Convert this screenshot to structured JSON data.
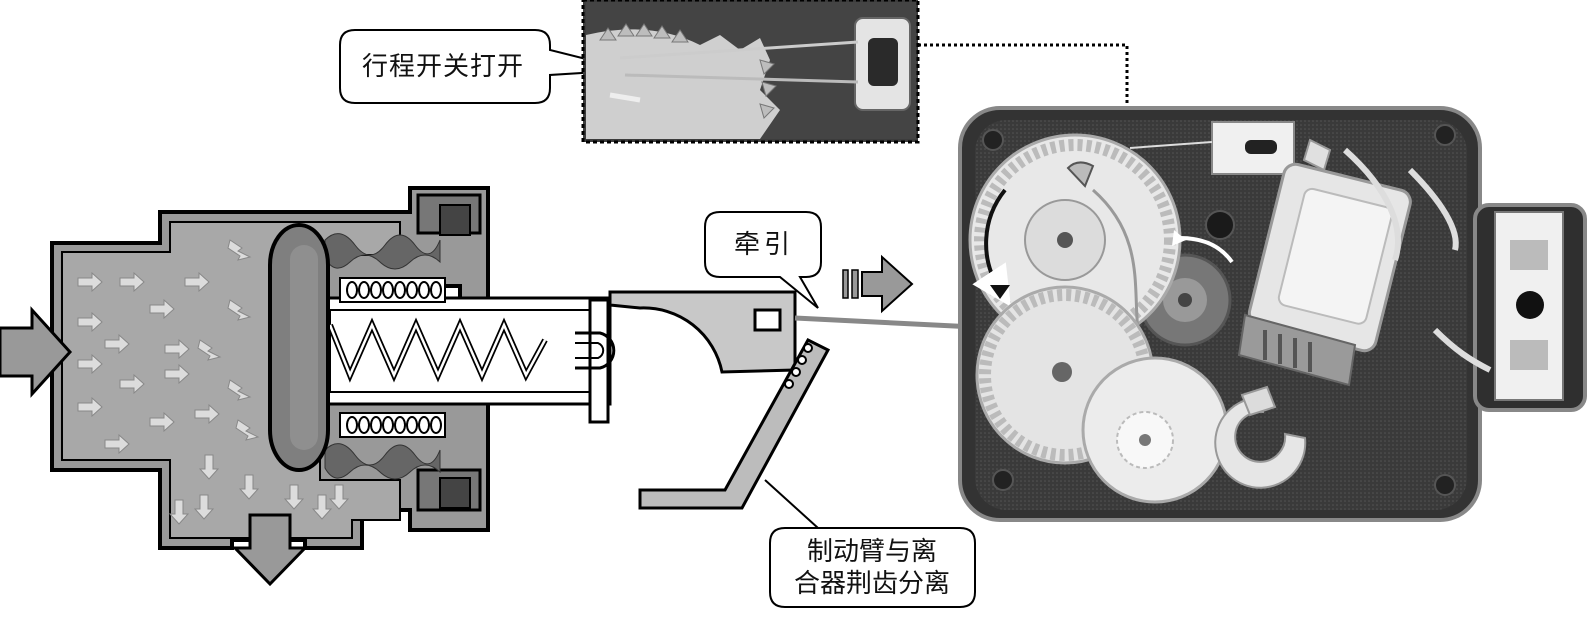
{
  "labels": {
    "switch_open": "行程开关打开",
    "traction": "牵引",
    "brake_release_line1": "制动臂与离",
    "brake_release_line2": "合器荆齿分离"
  },
  "colors": {
    "housing_fill": "#999999",
    "housing_stroke": "#000000",
    "inner_fill": "#ffffff",
    "diaphragm_fill": "#7f7f7f",
    "arrow_fill": "#dcdcdc",
    "photo_dark": "#2a2a2a",
    "gear_light": "#e8e8e8"
  }
}
